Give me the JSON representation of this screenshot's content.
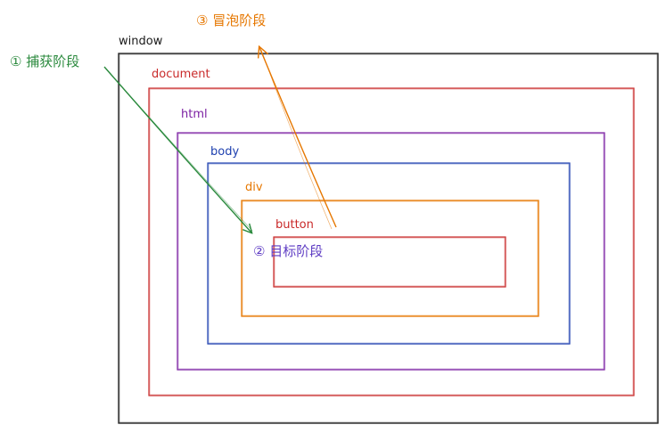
{
  "colors": {
    "window": "#1a1a1a",
    "document": "#c92a2a",
    "html": "#7b1fa2",
    "body": "#1e40af",
    "div": "#e67700",
    "button": "#c92a2a",
    "capture": "#2b8a3e",
    "target": "#5f3dc4",
    "bubble": "#e67700"
  },
  "boxes": {
    "window": "window",
    "document": "document",
    "html": "html",
    "body": "body",
    "div": "div",
    "button": "button"
  },
  "phases": {
    "capture": "① 捕获阶段",
    "target": "② 目标阶段",
    "bubble": "③ 冒泡阶段"
  }
}
